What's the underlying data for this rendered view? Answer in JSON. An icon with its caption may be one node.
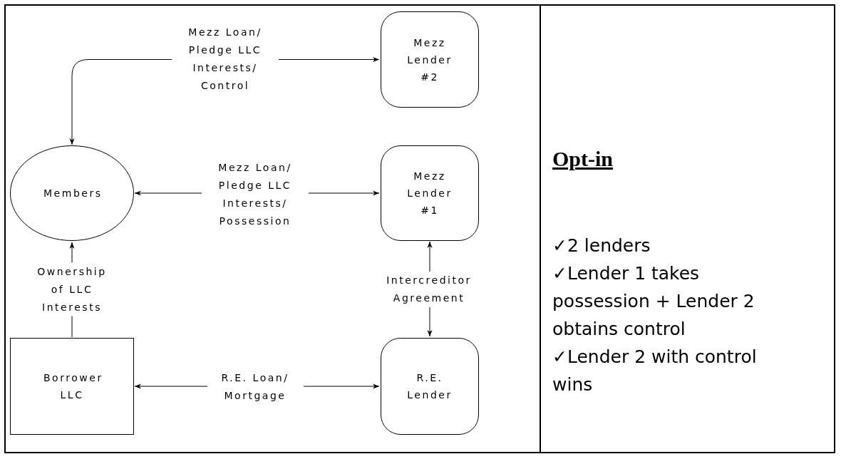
{
  "diagram": {
    "title": "Opt-in",
    "nodes": [
      {
        "text": [
          "Mezz Lender #2"
        ]
      },
      {
        "text": [
          "Members"
        ]
      },
      {
        "text": [
          "Mezz Lender #1"
        ]
      },
      {
        "text": [
          "Borrower LLC"
        ]
      },
      {
        "text": [
          "R.E. Lender"
        ]
      }
    ],
    "edges": [
      {
        "from": 1,
        "to": 0,
        "arrow": "both",
        "label": "Mezz Loan/ Pledge LLC Interests/ Control"
      },
      {
        "from": 1,
        "to": 2,
        "arrow": "both",
        "label": "Mezz Loan/ Pledge LLC Interests/ Possession"
      },
      {
        "from": 3,
        "to": 1,
        "arrow": "to",
        "label": "Ownership of LLC Interests"
      },
      {
        "from": 2,
        "to": 4,
        "arrow": "both",
        "label": "Intercreditor Agreement"
      },
      {
        "from": 3,
        "to": 4,
        "arrow": "both",
        "label": "R.E. Loan/ Mortgage"
      }
    ],
    "labels": [
      "✓2 lenders",
      "✓Lender 1 takes possession + Lender 2 obtains control",
      "✓Lender 2 with control wins"
    ]
  }
}
